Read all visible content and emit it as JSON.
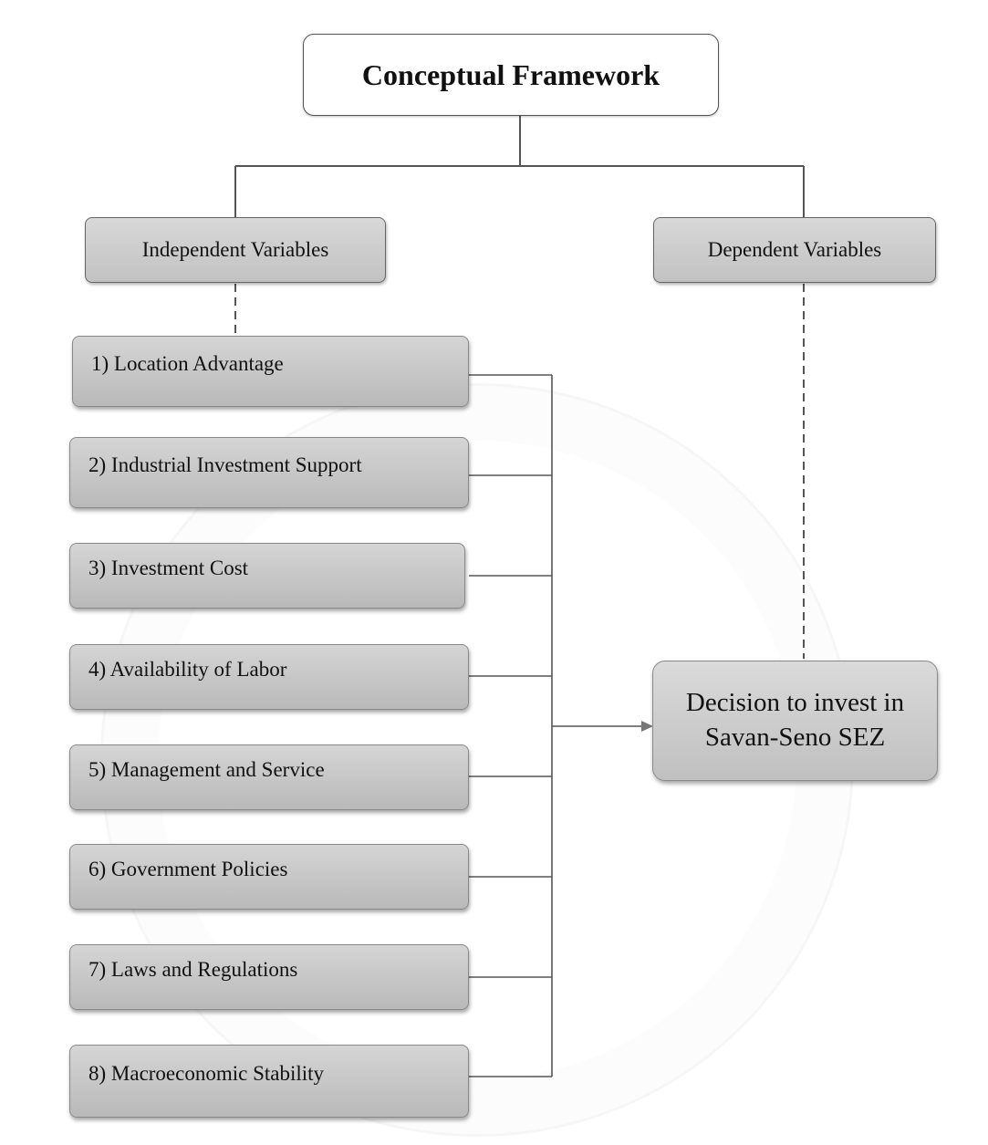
{
  "title": "Conceptual Framework",
  "independent_header": "Independent Variables",
  "dependent_header": "Dependent Variables",
  "independent_variables": [
    "1) Location Advantage",
    "2) Industrial Investment Support",
    "3) Investment Cost",
    "4) Availability of Labor",
    "5) Management and Service",
    "6) Government Policies",
    "7) Laws and Regulations",
    "8) Macroeconomic Stability"
  ],
  "dependent_variable": "Decision to invest in Savan-Seno SEZ",
  "colors": {
    "box_fill": "#c8c8c8",
    "line": "#555555"
  }
}
